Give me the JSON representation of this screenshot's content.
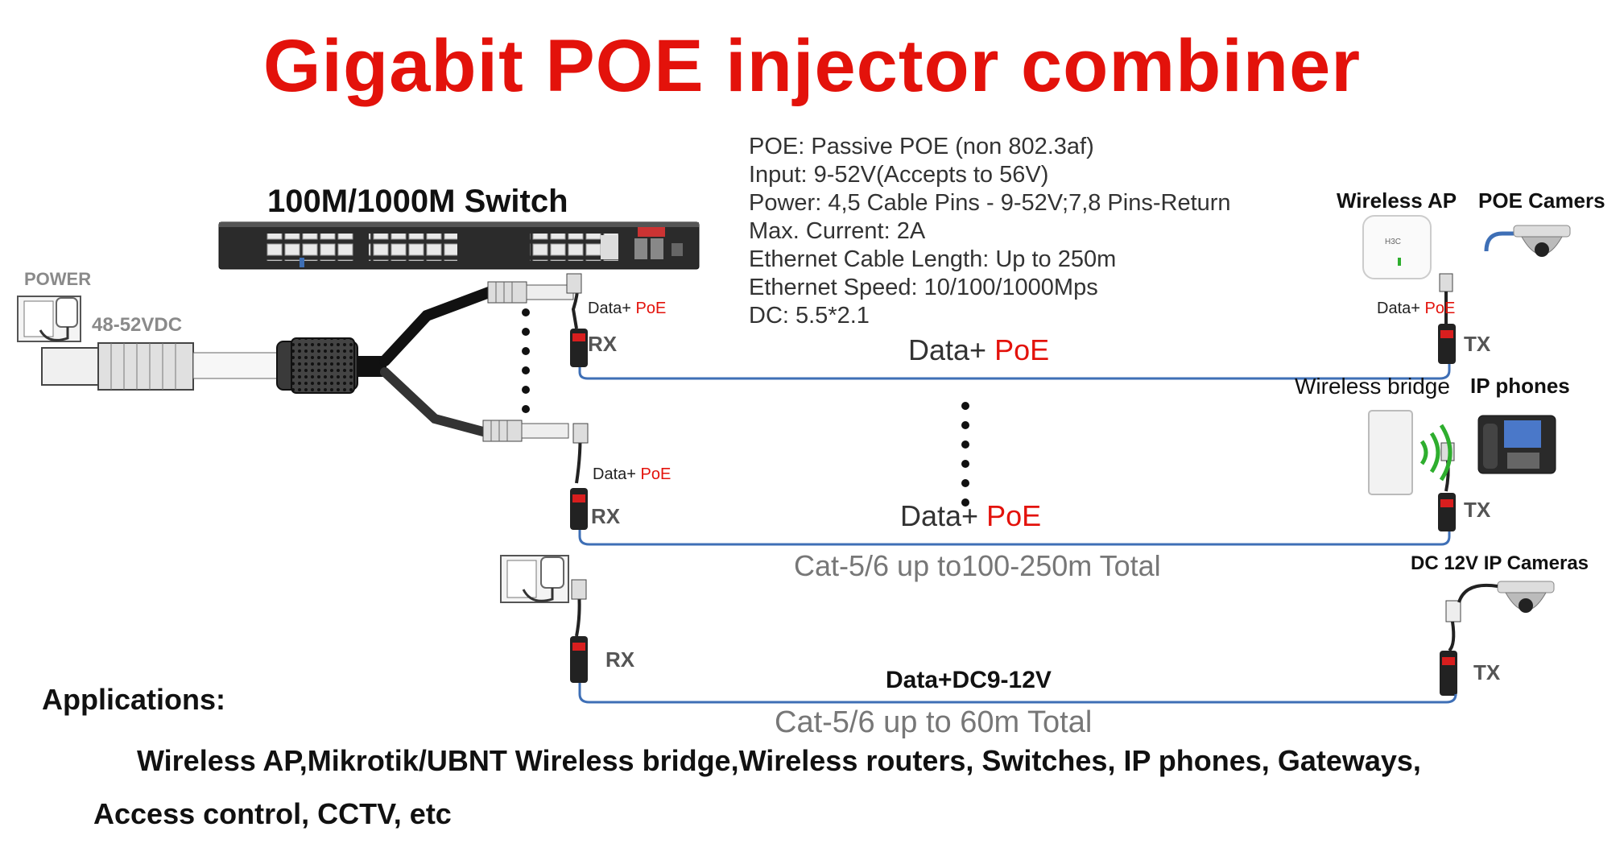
{
  "title": "Gigabit POE injector combiner",
  "switch_label": "100M/1000M  Switch",
  "power": {
    "label": "POWER",
    "voltage": "48-52VDC"
  },
  "specs": [
    "POE:    Passive POE (non 802.3af)",
    "Input:  9-52V(Accepts to 56V)",
    "Power:  4,5 Cable Pins - 9-52V;7,8 Pins-Return",
    "Max. Current:  2A",
    "Ethernet Cable Length:  Up to 250m",
    "Ethernet Speed: 10/100/1000Mps",
    "DC: 5.5*2.1"
  ],
  "devices": {
    "wireless_ap": "Wireless AP",
    "poe_cameras": "POE Camers",
    "wireless_bridge": "Wireless bridge",
    "ip_phones": "IP phones",
    "dc_cameras": "DC 12V IP Cameras"
  },
  "wires": {
    "data_poe_prefix": "Data+",
    "data_poe_suffix": "PoE",
    "data_dc": "Data+DC9-12V",
    "cat_250": "Cat-5/6 up to100-250m Total",
    "cat_60": "Cat-5/6 up to  60m  Total"
  },
  "ports": {
    "rx": "RX",
    "tx": "TX"
  },
  "ap_logo": "H3C",
  "applications": {
    "heading": "Applications:",
    "line1": "Wireless AP,Mikrotik/UBNT Wireless bridge,Wireless routers, Switches, IP phones, Gateways,",
    "line2": "Access control, CCTV, etc"
  },
  "colors": {
    "title": "#e3120b",
    "cable": "#3e6fb6",
    "injector_red": "#d81e1e",
    "wifi_green": "#2eae2e"
  }
}
